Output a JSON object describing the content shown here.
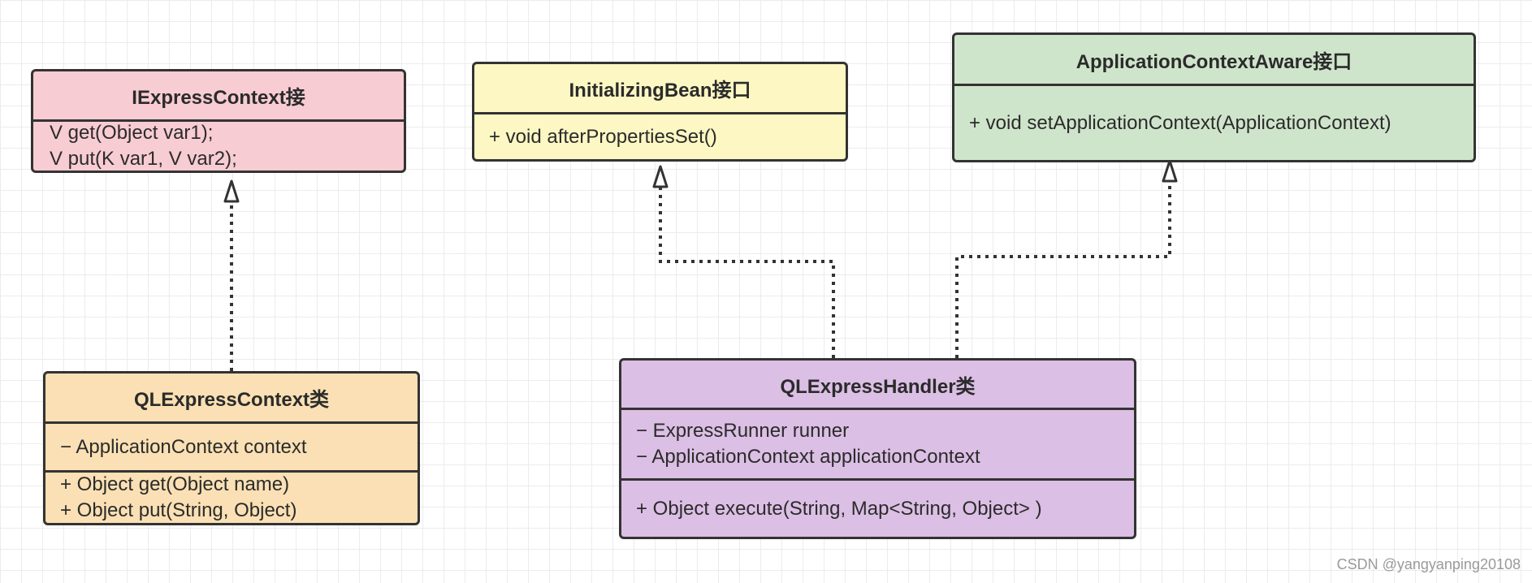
{
  "colors": {
    "iexpress_fill": "#f8ccd3",
    "qlcontext_fill": "#fae0b4",
    "initbean_fill": "#fdf7c3",
    "appaware_fill": "#cfe5cb",
    "qlhandler_fill": "#dcbfe5",
    "border": "#333333",
    "connector": "#333333",
    "grid": "#ececec"
  },
  "boxes": {
    "iexpress": {
      "title": "IExpressContext接",
      "members": [
        "V get(Object var1);",
        "V put(K var1, V var2);"
      ]
    },
    "initbean": {
      "title": "InitializingBean接口",
      "members": [
        "+ void afterPropertiesSet()"
      ]
    },
    "appaware": {
      "title": "ApplicationContextAware接口",
      "members": [
        "+ void setApplicationContext(ApplicationContext)"
      ]
    },
    "qlcontext": {
      "title": "QLExpressContext类",
      "fields": [
        "− ApplicationContext context"
      ],
      "methods": [
        "+ Object get(Object name)",
        "+ Object put(String, Object)"
      ]
    },
    "qlhandler": {
      "title": "QLExpressHandler类",
      "fields": [
        "− ExpressRunner runner",
        "− ApplicationContext applicationContext"
      ],
      "methods": [
        "+ Object execute(String, Map<String, Object> )"
      ]
    }
  },
  "relations": [
    {
      "from": "QLExpressContext类",
      "to": "IExpressContext接",
      "type": "realization"
    },
    {
      "from": "QLExpressHandler类",
      "to": "InitializingBean接口",
      "type": "realization"
    },
    {
      "from": "QLExpressHandler类",
      "to": "ApplicationContextAware接口",
      "type": "realization"
    }
  ],
  "watermark": "CSDN @yangyanping20108"
}
